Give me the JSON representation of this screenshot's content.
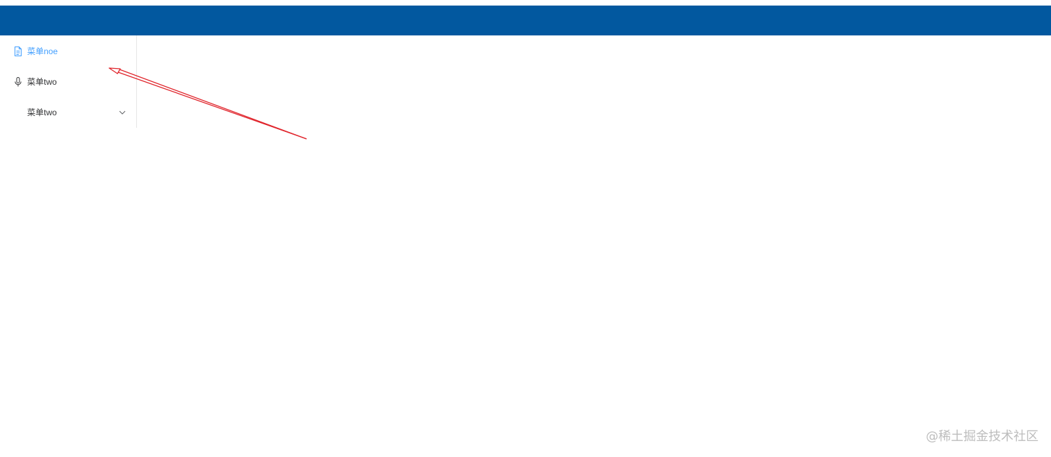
{
  "colors": {
    "header_bg": "#02589f",
    "active_text": "#409eff",
    "default_text": "#303133",
    "annotation": "#e0242b",
    "watermark": "#bdbdbd"
  },
  "sidebar": {
    "items": [
      {
        "label": "菜单noe",
        "icon": "document-icon",
        "active": true
      },
      {
        "label": "菜单two",
        "icon": "microphone-icon",
        "active": false
      },
      {
        "label": "菜单two",
        "icon": "",
        "active": false,
        "has_submenu": true
      }
    ]
  },
  "watermark": {
    "text": "@稀土掘金技术社区"
  }
}
